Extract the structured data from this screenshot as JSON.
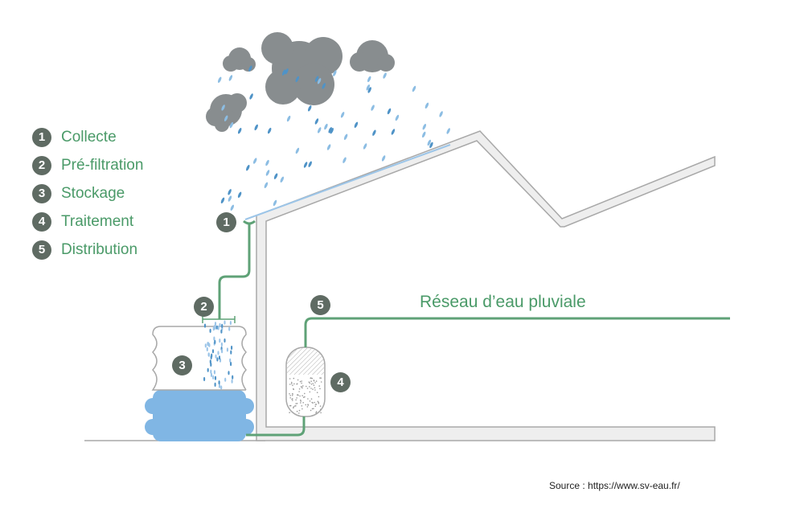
{
  "legend": {
    "items": [
      {
        "num": "1",
        "label": "Collecte"
      },
      {
        "num": "2",
        "label": "Pré-filtration"
      },
      {
        "num": "3",
        "label": "Stockage"
      },
      {
        "num": "4",
        "label": "Traitement"
      },
      {
        "num": "5",
        "label": "Distribution"
      }
    ]
  },
  "markers": {
    "collecte": "1",
    "prefiltration": "2",
    "stockage": "3",
    "traitement": "4",
    "distribution": "5"
  },
  "network_label": "Réseau d’eau pluviale",
  "source": "Source : https://www.sv-eau.fr/",
  "colors": {
    "pipe": "#5fa277",
    "label_green": "#4a9a68",
    "wall_fill": "#eeeeee",
    "wall_stroke": "#a8a8a8",
    "cloud": "#888d8f",
    "rain": "#4f93c7",
    "water": "#80b6e4",
    "marker": "#5f6b63"
  }
}
